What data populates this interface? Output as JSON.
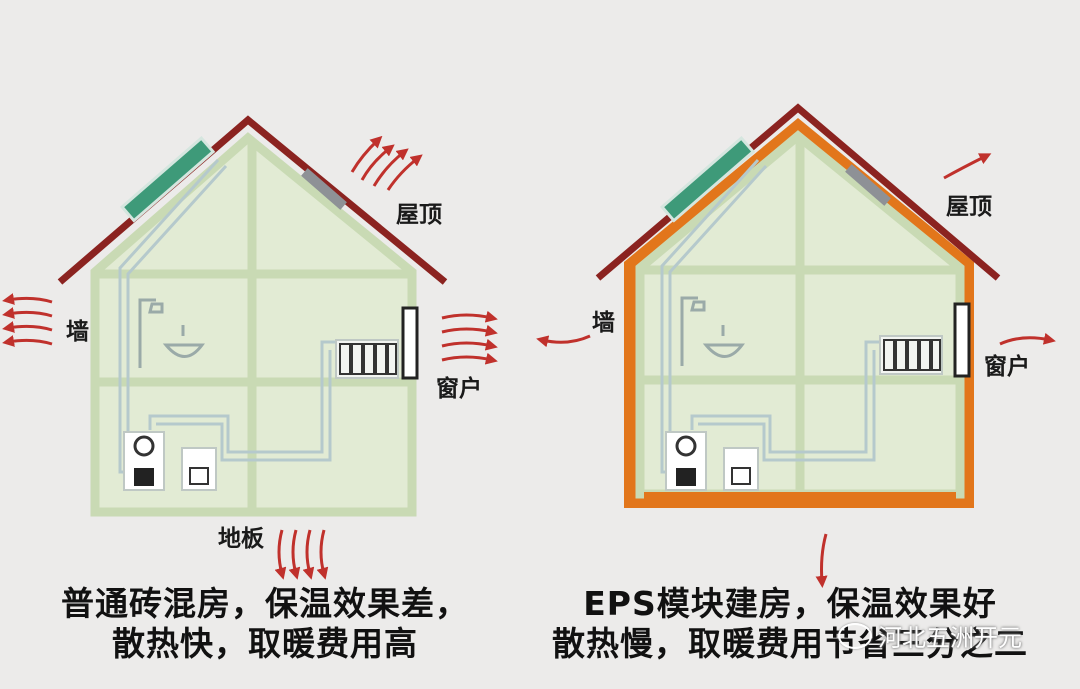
{
  "left_house": {
    "labels": {
      "roof": "屋顶",
      "wall": "墙",
      "window": "窗户",
      "floor": "地板"
    },
    "caption_line1": "普通砖混房，保温效果差，",
    "caption_line2": "散热快，取暖费用高"
  },
  "right_house": {
    "labels": {
      "roof": "屋顶",
      "wall": "墙",
      "window": "窗户"
    },
    "caption_line1": "EPS模块建房，保温效果好",
    "caption_line2": "散热慢，取暖费用节省三分之二"
  },
  "watermark": "河北五洲开元",
  "colors": {
    "background": "#ecebea",
    "house_fill": "#e2ebd4",
    "house_frame": "#c9dab4",
    "roof": "#8b2320",
    "insulation": "#e2761b",
    "heat_arrow": "#c0312c",
    "solar_panel": "#3e9a79",
    "pipe": "#b5c9cc"
  }
}
